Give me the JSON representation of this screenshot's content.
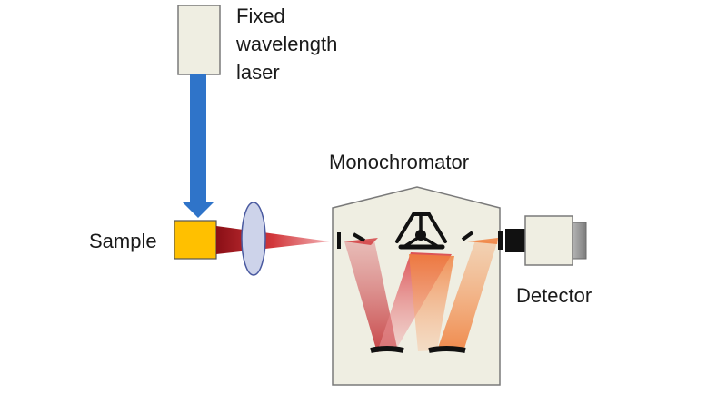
{
  "labels": {
    "laser_line1": "Fixed",
    "laser_line2": "wavelength",
    "laser_line3": "laser",
    "sample": "Sample",
    "monochromator": "Monochromator",
    "detector": "Detector"
  },
  "colors": {
    "housing_fill": "#efeee2",
    "housing_stroke": "#7a7a7a",
    "laser_beam": "#2f74c9",
    "sample_fill": "#ffc000",
    "lens_fill": "#cdd3ea",
    "lens_stroke": "#4a5aa0",
    "scatter_red": "#c0282c",
    "scatter_orange": "#f07f3c",
    "detector_gray": "#8e8e8e",
    "optic_black": "#111111"
  }
}
